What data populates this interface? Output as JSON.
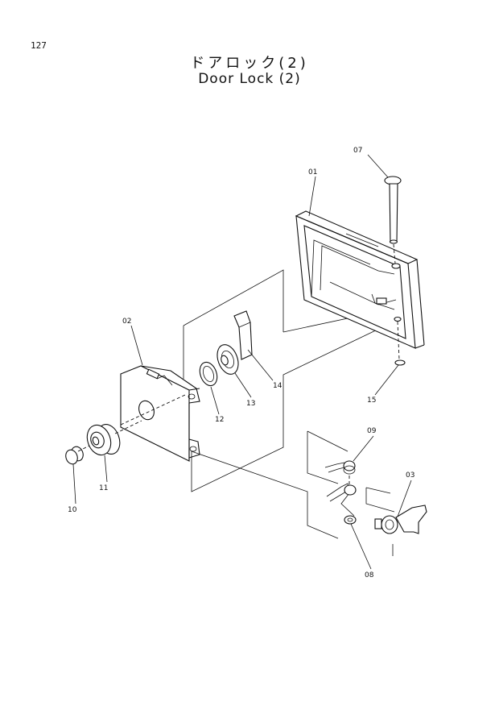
{
  "page": {
    "number": "127",
    "title_jp": "ドアロック(2)",
    "title_en": "Door Lock (2)"
  },
  "callouts": [
    "01",
    "02",
    "03",
    "07",
    "08",
    "09",
    "10",
    "11",
    "12",
    "13",
    "14",
    "15"
  ]
}
